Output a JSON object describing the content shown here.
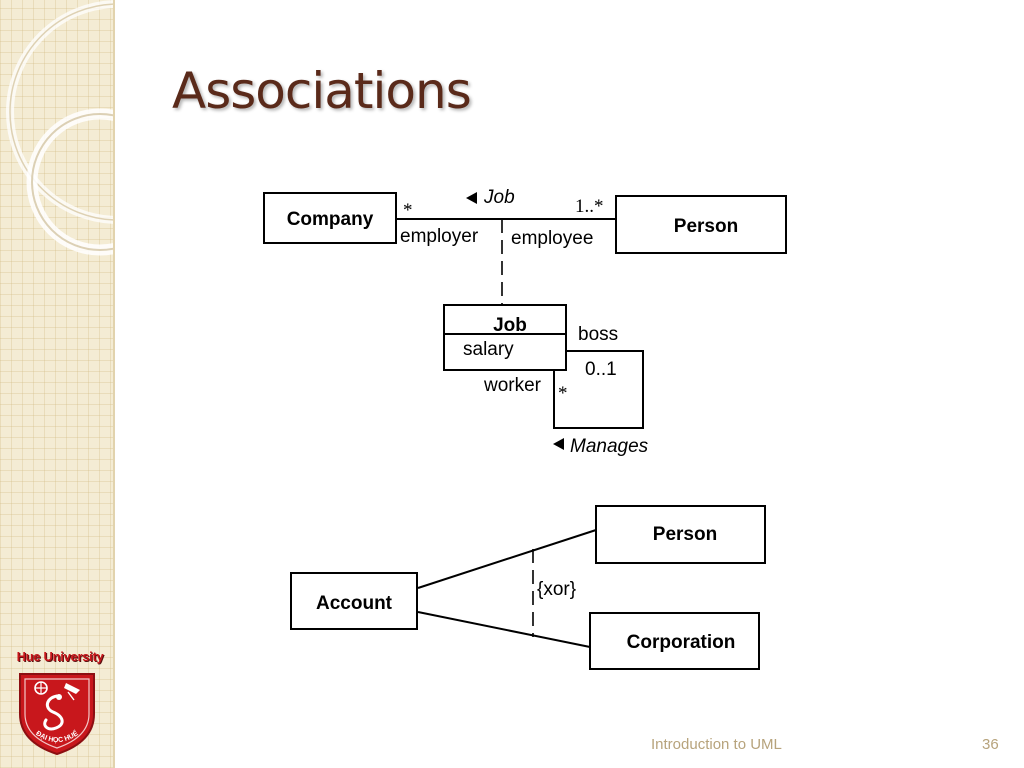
{
  "slide": {
    "title": "Associations",
    "footer_text": "Introduction to UML",
    "page_number": "36"
  },
  "sidebar": {
    "university_name": "Hue University",
    "crest_text": "ĐẠI HỌC HUẾ",
    "crest_icon": "dragon-crest-icon"
  },
  "colors": {
    "title": "#5a2a1a",
    "footer": "#b7a37c",
    "sidebar_bg": "#f4ecd4",
    "crest_red": "#c8171c"
  },
  "diagram_1": {
    "company": "Company",
    "person": "Person",
    "job_class": "Job",
    "job_attribute": "salary",
    "assoc_job": "Job",
    "assoc_manages": "Manages",
    "company_mult": "*",
    "person_mult": "1..*",
    "employer_role": "employer",
    "employee_role": "employee",
    "boss_role": "boss",
    "boss_mult": "0..1",
    "worker_role": "worker",
    "worker_mult": "*"
  },
  "diagram_2": {
    "account": "Account",
    "person": "Person",
    "corporation": "Corporation",
    "constraint": "{xor}"
  }
}
